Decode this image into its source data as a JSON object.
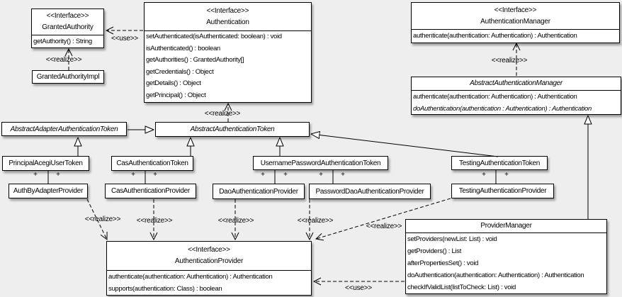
{
  "colors": {
    "background": "#eeeeee",
    "box_fill": "#ffffff",
    "border": "#000000",
    "text": "#000000"
  },
  "edge_labels": {
    "realize": "<<realize>>",
    "use": "<<use>>",
    "plus": "+"
  },
  "classes": {
    "granted_authority": {
      "stereotype": "<<Interface>>",
      "name": "GrantedAuthority",
      "methods": [
        "getAuthority() : String"
      ]
    },
    "granted_authority_impl": {
      "name": "GrantedAuthorityImpl"
    },
    "authentication": {
      "stereotype": "<<Interface>>",
      "name": "Authentication",
      "methods": [
        "setAuthenticated(isAuthenticated: boolean) : void",
        "isAuthenticated() : boolean",
        "getAuthorities() : GrantedAuthority[]",
        "getCredentials() : Object",
        "getDetails() : Object",
        "getPrincipal() : Object"
      ]
    },
    "authentication_manager": {
      "stereotype": "<<Interface>>",
      "name": "AuthenticationManager",
      "methods": [
        "authenticate(authentication: Authentication) : Authentication"
      ]
    },
    "abstract_authentication_manager": {
      "name": "AbstractAuthenticationManager",
      "methods": [
        "authenticate(authentication: Authentication) : Authentication",
        "doAuthentication(authentication : Authentication) : Authentication"
      ]
    },
    "abstract_adapter_authentication_token": {
      "name": "AbstractAdapterAuthenticationToken"
    },
    "abstract_authentication_token": {
      "name": "AbstractAuthenticationToken"
    },
    "principal_acegi_user_token": {
      "name": "PrincipalAcegiUserToken"
    },
    "cas_authentication_token": {
      "name": "CasAuthenticationToken"
    },
    "username_password_authentication_token": {
      "name": "UsernamePasswordAuthenticationToken"
    },
    "testing_authentication_token": {
      "name": "TestingAuthenticationToken"
    },
    "auth_by_adapter_provider": {
      "name": "AuthByAdapterProvider"
    },
    "cas_authentication_provider": {
      "name": "CasAuthenticationProvider"
    },
    "dao_authentication_provider": {
      "name": "DaoAuthenticationProvider"
    },
    "password_dao_authentication_provider": {
      "name": "PasswordDaoAuthenticationProvider"
    },
    "testing_authentication_provider": {
      "name": "TestingAuthenticationProvider"
    },
    "authentication_provider": {
      "stereotype": "<<Interface>>",
      "name": "AuthenticationProvider",
      "methods": [
        "authenticate(authentication: Authentication) : Authentication",
        "supports(authentication: Class) : boolean"
      ]
    },
    "provider_manager": {
      "name": "ProviderManager",
      "methods": [
        "setProviders(newList: List) : void",
        "getProviders() : List",
        "afterPropertiesSet() : void",
        "doAuthentication(authentication: Authentication) : Authentication",
        "checkIfValidList(listToCheck: List) : void"
      ]
    }
  }
}
